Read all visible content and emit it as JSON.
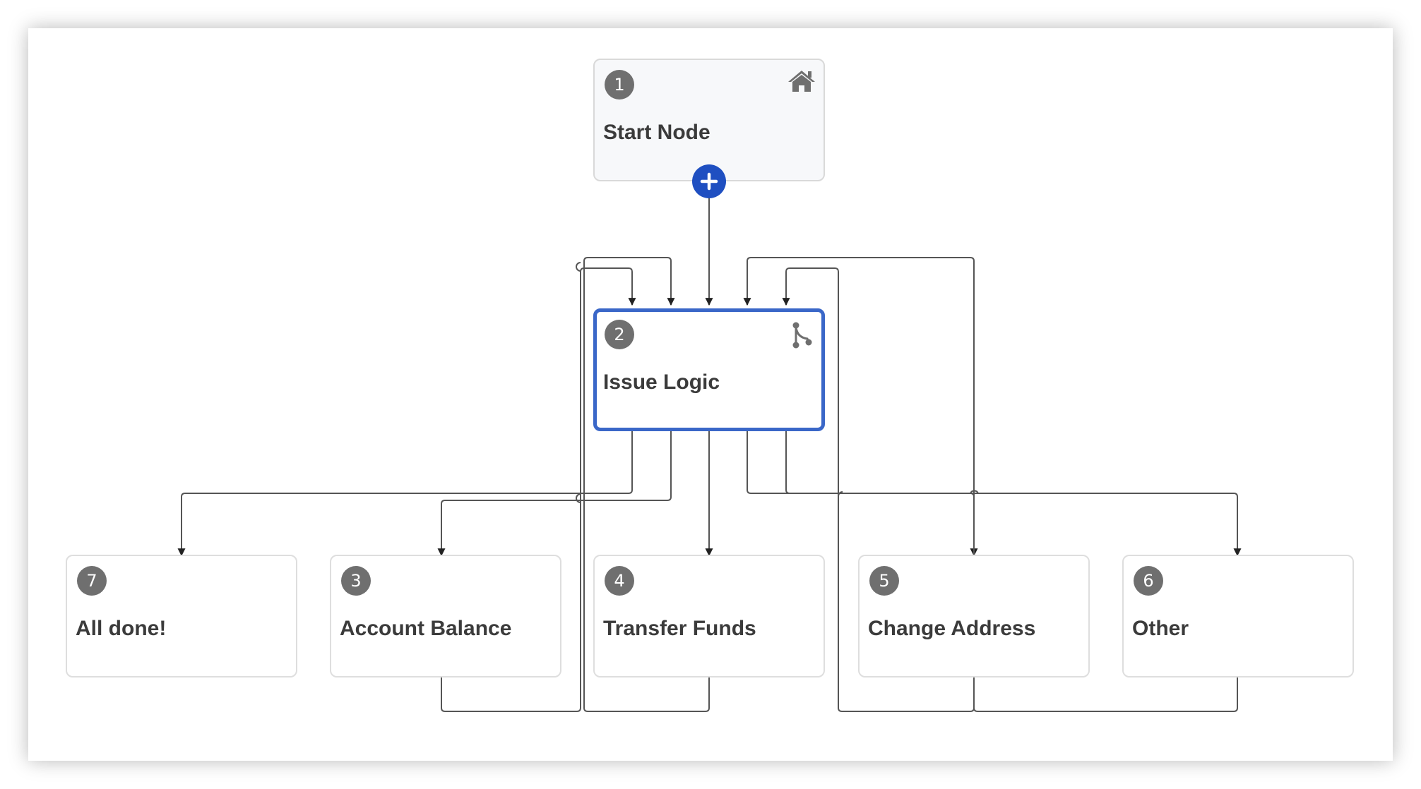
{
  "nodes": {
    "start": {
      "number": "1",
      "title": "Start Node",
      "icon": "home-icon"
    },
    "issue_logic": {
      "number": "2",
      "title": "Issue Logic",
      "icon": "branch-icon"
    },
    "all_done": {
      "number": "7",
      "title": "All done!"
    },
    "account_balance": {
      "number": "3",
      "title": "Account Balance"
    },
    "transfer_funds": {
      "number": "4",
      "title": "Transfer Funds"
    },
    "change_address": {
      "number": "5",
      "title": "Change Address"
    },
    "other": {
      "number": "6",
      "title": "Other"
    }
  },
  "add_button": {
    "icon": "plus-icon"
  },
  "colors": {
    "selected_border": "#3a67c8",
    "add_button": "#1f4fc1",
    "badge": "#6f6f6f",
    "edge": "#444444"
  }
}
